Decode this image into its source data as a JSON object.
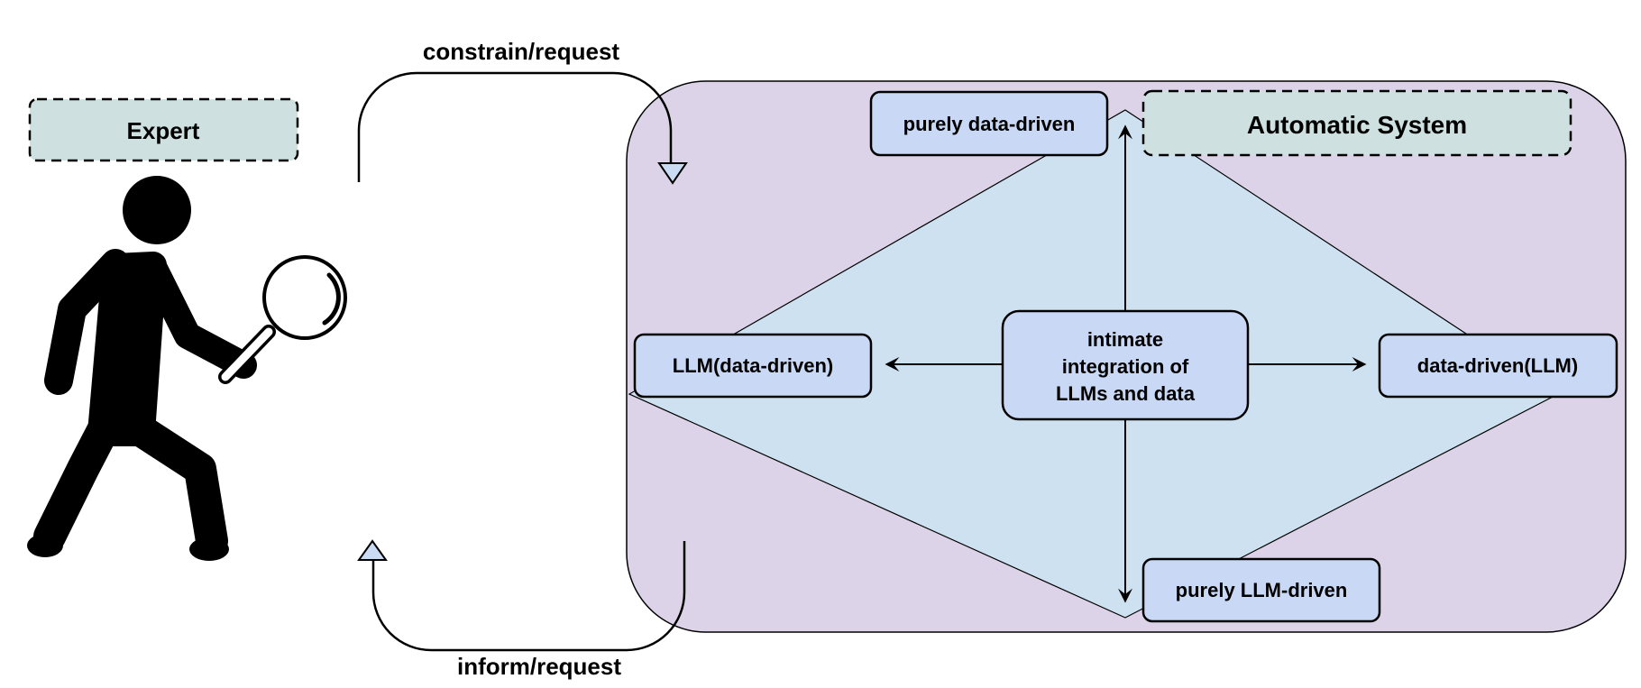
{
  "expert": {
    "label": "Expert",
    "icon": "person-with-magnifier-icon",
    "colors": {
      "label_fill": "#cfe0e0",
      "figure": "#000000"
    }
  },
  "loop": {
    "top_label": "constrain/request",
    "bottom_label": "inform/request",
    "arrow_fill": "#c9dcf3"
  },
  "system": {
    "label": "Automatic System",
    "colors": {
      "panel": "#dcd3e9",
      "diamond": "#cde1f1",
      "box": "#c8d8f5",
      "label_fill": "#cfe0e0"
    },
    "center": {
      "lines": [
        "intimate",
        "integration of",
        "LLMs and data"
      ]
    },
    "nodes": {
      "top": "purely data-driven",
      "left": "LLM(data-driven)",
      "right": "data-driven(LLM)",
      "bottom": "purely LLM-driven"
    }
  }
}
